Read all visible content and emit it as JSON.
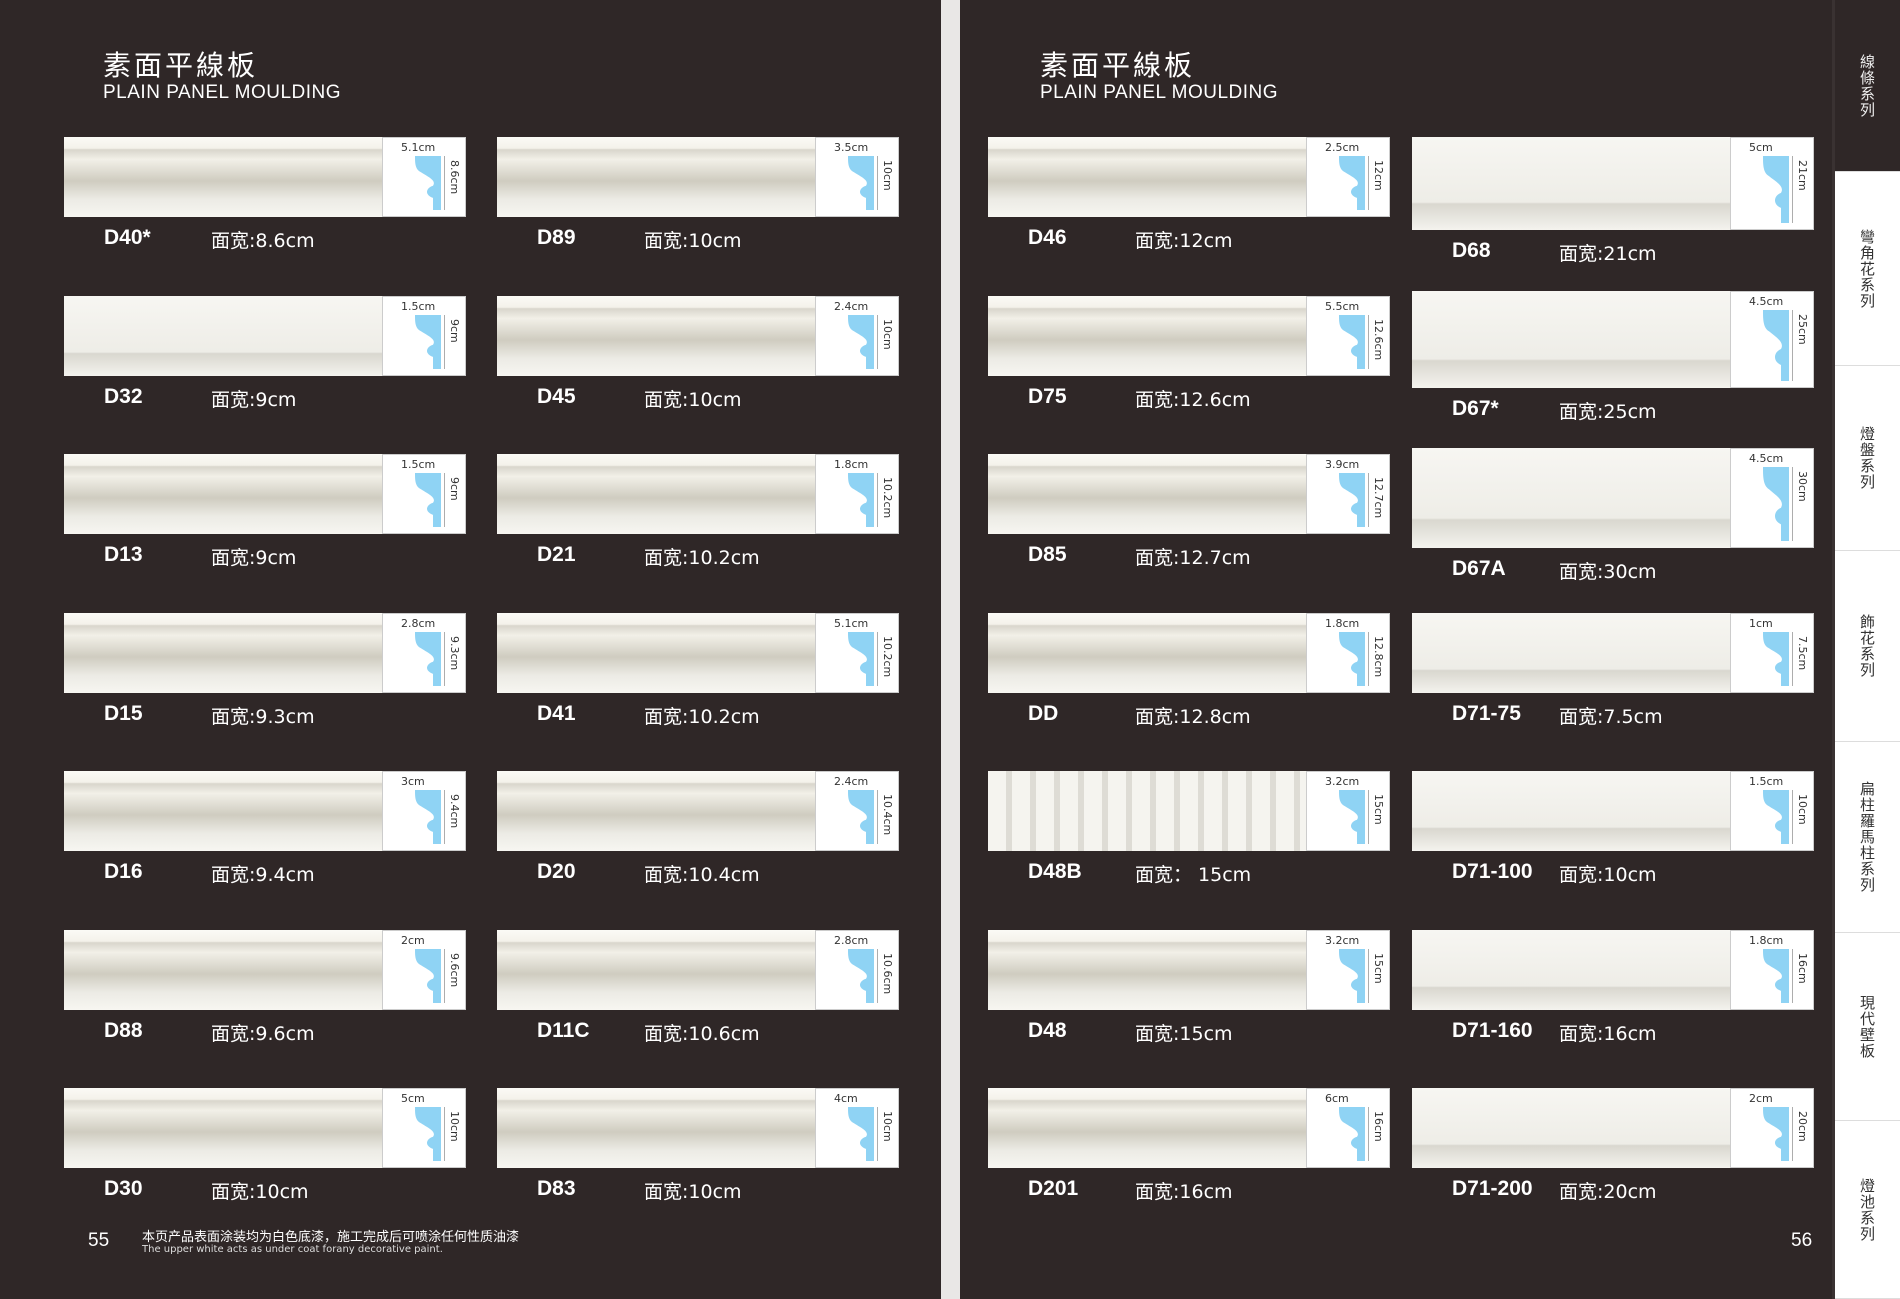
{
  "pages": [
    {
      "number": "55",
      "title_cn": "素面平線板",
      "title_en": "PLAIN PANEL MOULDING",
      "note_cn": "本页产品表面涂装均为白色底漆，施工完成后可喷涂任何性质油漆",
      "note_en": "The upper white acts as under coat forany decorative paint.",
      "columns": [
        [
          {
            "code": "D40*",
            "dw": "5.1cm",
            "dh": "8.6cm",
            "width": "面宽:8.6cm"
          },
          {
            "code": "D32",
            "dw": "1.5cm",
            "dh": "9cm",
            "width": "面宽:9cm"
          },
          {
            "code": "D13",
            "dw": "1.5cm",
            "dh": "9cm",
            "width": "面宽:9cm"
          },
          {
            "code": "D15",
            "dw": "2.8cm",
            "dh": "9.3cm",
            "width": "面宽:9.3cm"
          },
          {
            "code": "D16",
            "dw": "3cm",
            "dh": "9.4cm",
            "width": "面宽:9.4cm"
          },
          {
            "code": "D88",
            "dw": "2cm",
            "dh": "9.6cm",
            "width": "面宽:9.6cm"
          },
          {
            "code": "D30",
            "dw": "5cm",
            "dh": "10cm",
            "width": "面宽:10cm"
          }
        ],
        [
          {
            "code": "D89",
            "dw": "3.5cm",
            "dh": "10cm",
            "width": "面宽:10cm"
          },
          {
            "code": "D45",
            "dw": "2.4cm",
            "dh": "10cm",
            "width": "面宽:10cm"
          },
          {
            "code": "D21",
            "dw": "1.8cm",
            "dh": "10.2cm",
            "width": "面宽:10.2cm"
          },
          {
            "code": "D41",
            "dw": "5.1cm",
            "dh": "10.2cm",
            "width": "面宽:10.2cm"
          },
          {
            "code": "D20",
            "dw": "2.4cm",
            "dh": "10.4cm",
            "width": "面宽:10.4cm"
          },
          {
            "code": "D11C",
            "dw": "2.8cm",
            "dh": "10.6cm",
            "width": "面宽:10.6cm"
          },
          {
            "code": "D83",
            "dw": "4cm",
            "dh": "10cm",
            "width": "面宽:10cm"
          }
        ]
      ]
    },
    {
      "number": "56",
      "title_cn": "素面平線板",
      "title_en": "PLAIN PANEL MOULDING",
      "columns": [
        [
          {
            "code": "D46",
            "dw": "2.5cm",
            "dh": "12cm",
            "width": "面宽:12cm"
          },
          {
            "code": "D75",
            "dw": "5.5cm",
            "dh": "12.6cm",
            "width": "面宽:12.6cm"
          },
          {
            "code": "D85",
            "dw": "3.9cm",
            "dh": "12.7cm",
            "width": "面宽:12.7cm"
          },
          {
            "code": "DD",
            "dw": "1.8cm",
            "dh": "12.8cm",
            "width": "面宽:12.8cm"
          },
          {
            "code": "D48B",
            "dw": "3.2cm",
            "dh": "15cm",
            "width": "面宽： 15cm"
          },
          {
            "code": "D48",
            "dw": "3.2cm",
            "dh": "15cm",
            "width": "面宽:15cm"
          },
          {
            "code": "D201",
            "dw": "6cm",
            "dh": "16cm",
            "width": "面宽:16cm"
          }
        ],
        [
          {
            "code": "D68",
            "dw": "5cm",
            "dh": "21cm",
            "width": "面宽:21cm"
          },
          {
            "code": "D67*",
            "dw": "4.5cm",
            "dh": "25cm",
            "width": "面宽:25cm"
          },
          {
            "code": "D67A",
            "dw": "4.5cm",
            "dh": "30cm",
            "width": "面宽:30cm"
          },
          {
            "code": "D71-75",
            "dw": "1cm",
            "dh": "7.5cm",
            "width": "面宽:7.5cm"
          },
          {
            "code": "D71-100",
            "dw": "1.5cm",
            "dh": "10cm",
            "width": "面宽:10cm"
          },
          {
            "code": "D71-160",
            "dw": "1.8cm",
            "dh": "16cm",
            "width": "面宽:16cm"
          },
          {
            "code": "D71-200",
            "dw": "2cm",
            "dh": "20cm",
            "width": "面宽:20cm"
          }
        ]
      ]
    }
  ],
  "sidebar": {
    "tabs": [
      "線條系列",
      "彎角花系列",
      "燈盤系列",
      "飾花系列",
      "扁柱羅馬柱系列",
      "現代壁板",
      "燈池系列"
    ],
    "active": 0
  },
  "colors": {
    "background": "#2f2727",
    "profile": "#8fd3f4"
  }
}
